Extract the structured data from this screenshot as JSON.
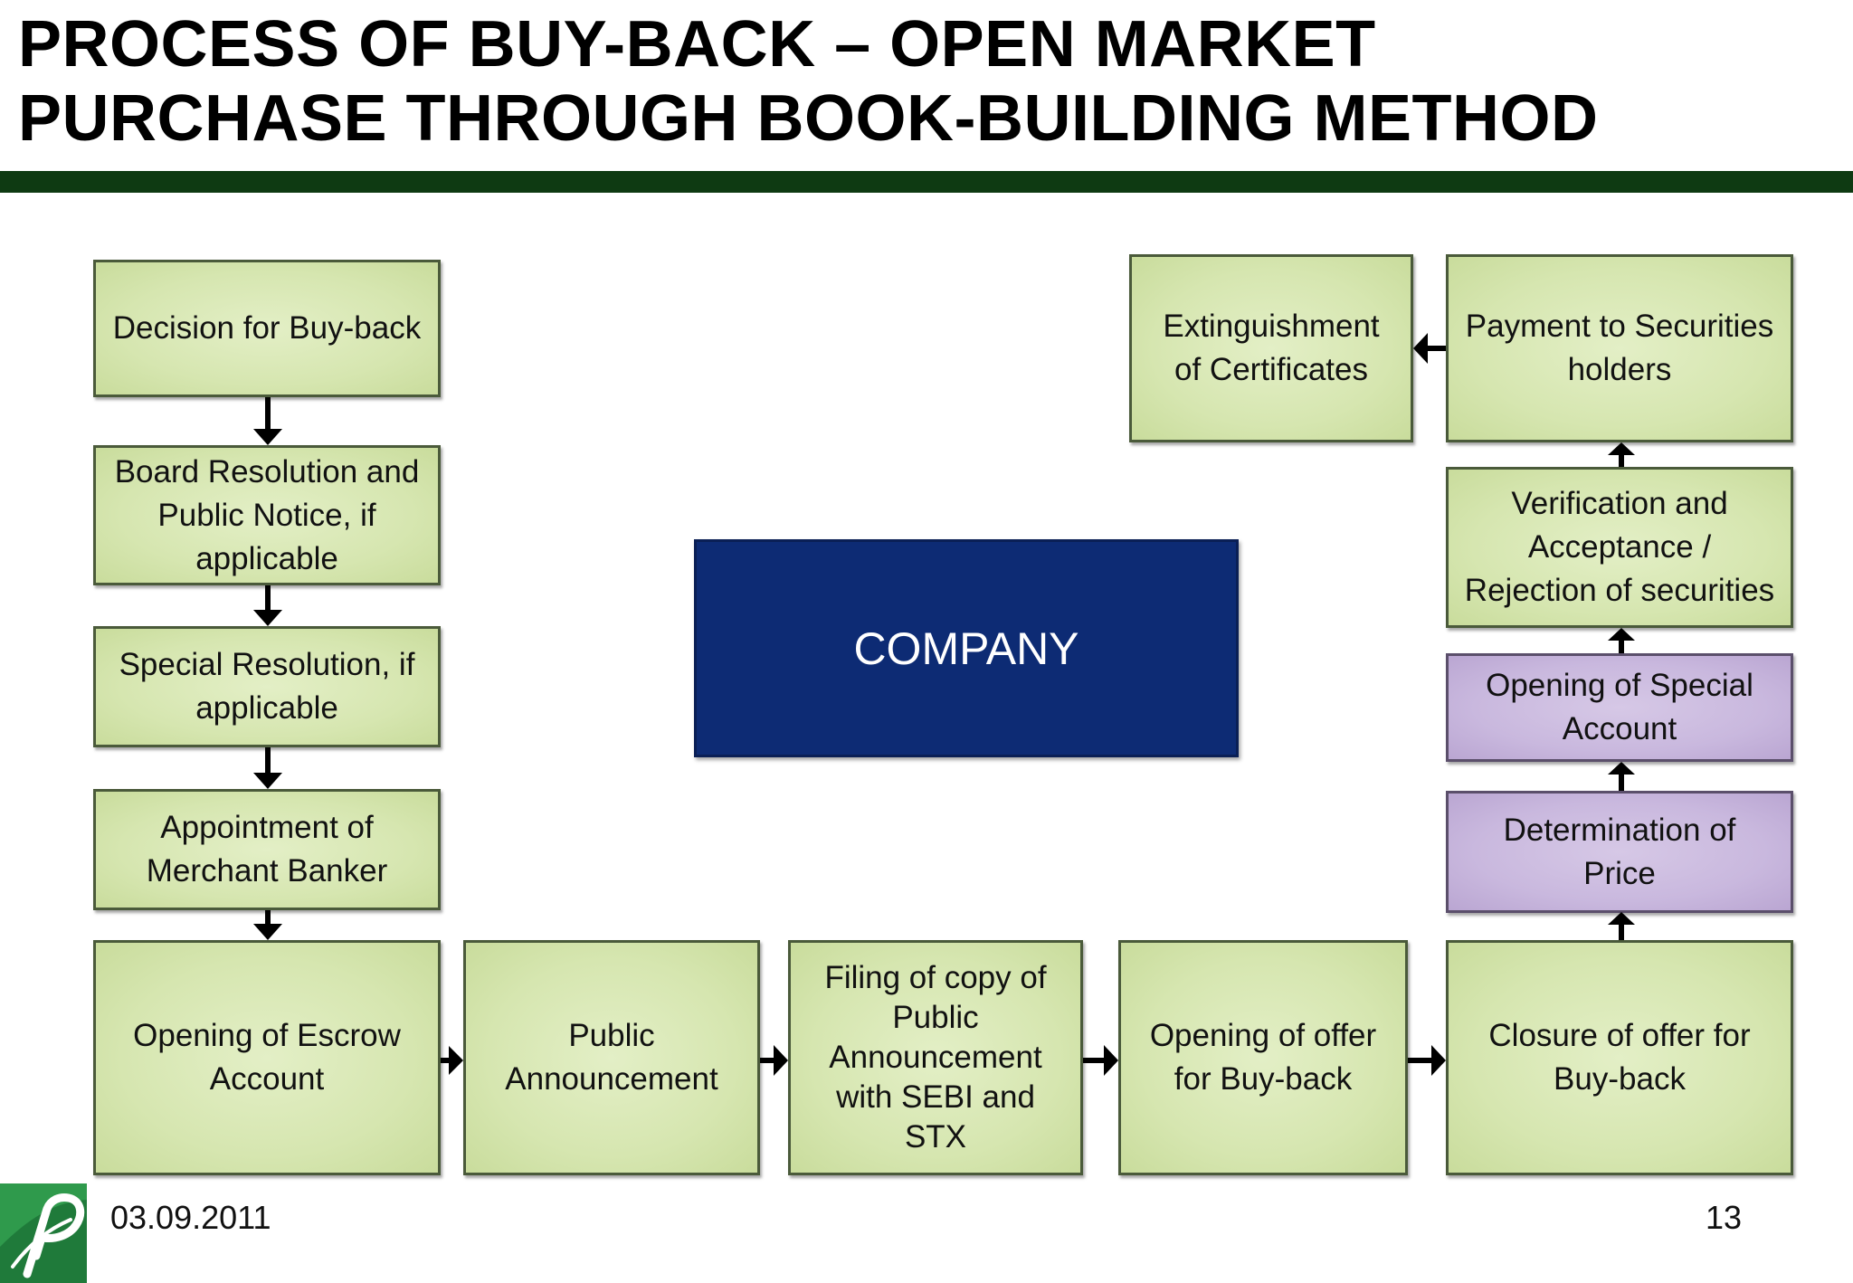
{
  "slide": {
    "title_line1": "PROCESS OF BUY-BACK – OPEN MARKET",
    "title_line2": "PURCHASE THROUGH BOOK-BUILDING METHOD",
    "date": "03.09.2011",
    "page_number": "13"
  },
  "colors": {
    "title_bar": "#0e3a12",
    "step_green": "#d6e6b0",
    "step_purple": "#c9b8de",
    "company_blue": "#0d2b74"
  },
  "diagram": {
    "center_label": "COMPANY",
    "steps": [
      "Decision for Buy-back",
      "Board Resolution and Public Notice, if applicable",
      "Special Resolution, if applicable",
      "Appointment of Merchant Banker",
      "Opening of Escrow Account",
      "Public Announcement",
      "Filing of copy of Public Announcement with SEBI and STX",
      "Opening of offer for Buy-back",
      "Closure of offer for Buy-back",
      "Determination of Price",
      "Opening of Special Account",
      "Verification and Acceptance / Rejection of securities",
      "Payment to Securities holders",
      "Extinguishment of Certificates"
    ]
  }
}
